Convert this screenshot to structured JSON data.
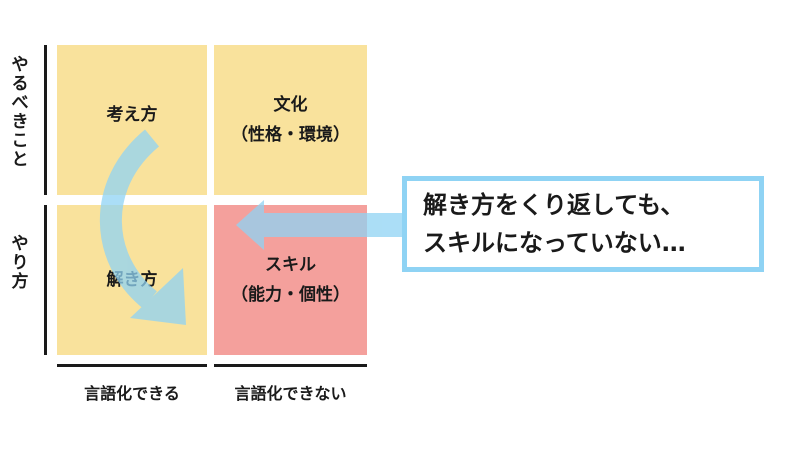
{
  "quadrants": {
    "top_left": {
      "lines": [
        "考え方"
      ],
      "color": "#f9e29c"
    },
    "top_right": {
      "lines": [
        "文化",
        "（性格・環境）"
      ],
      "color": "#f9e29c"
    },
    "bottom_left": {
      "lines": [
        "解き方"
      ],
      "color": "#f9e29c"
    },
    "bottom_right": {
      "lines": [
        "スキル",
        "（能力・個性）"
      ],
      "color": "#f4a09c"
    }
  },
  "row_labels": {
    "top": [
      "や",
      "る",
      "べ",
      "き",
      "こ",
      "と"
    ],
    "bottom": [
      "や",
      "り",
      "方"
    ]
  },
  "column_labels": {
    "left": "言語化できる",
    "right": "言語化できない"
  },
  "callout": {
    "lines": [
      "解き方をくり返しても、",
      "スキルになっていない…"
    ],
    "border_color": "#8fd3f4"
  },
  "arrow_color": "#8fd3f4",
  "icons": {
    "curved_arrow": "curved-down-arrow-icon",
    "left_arrow": "left-arrow-icon"
  }
}
